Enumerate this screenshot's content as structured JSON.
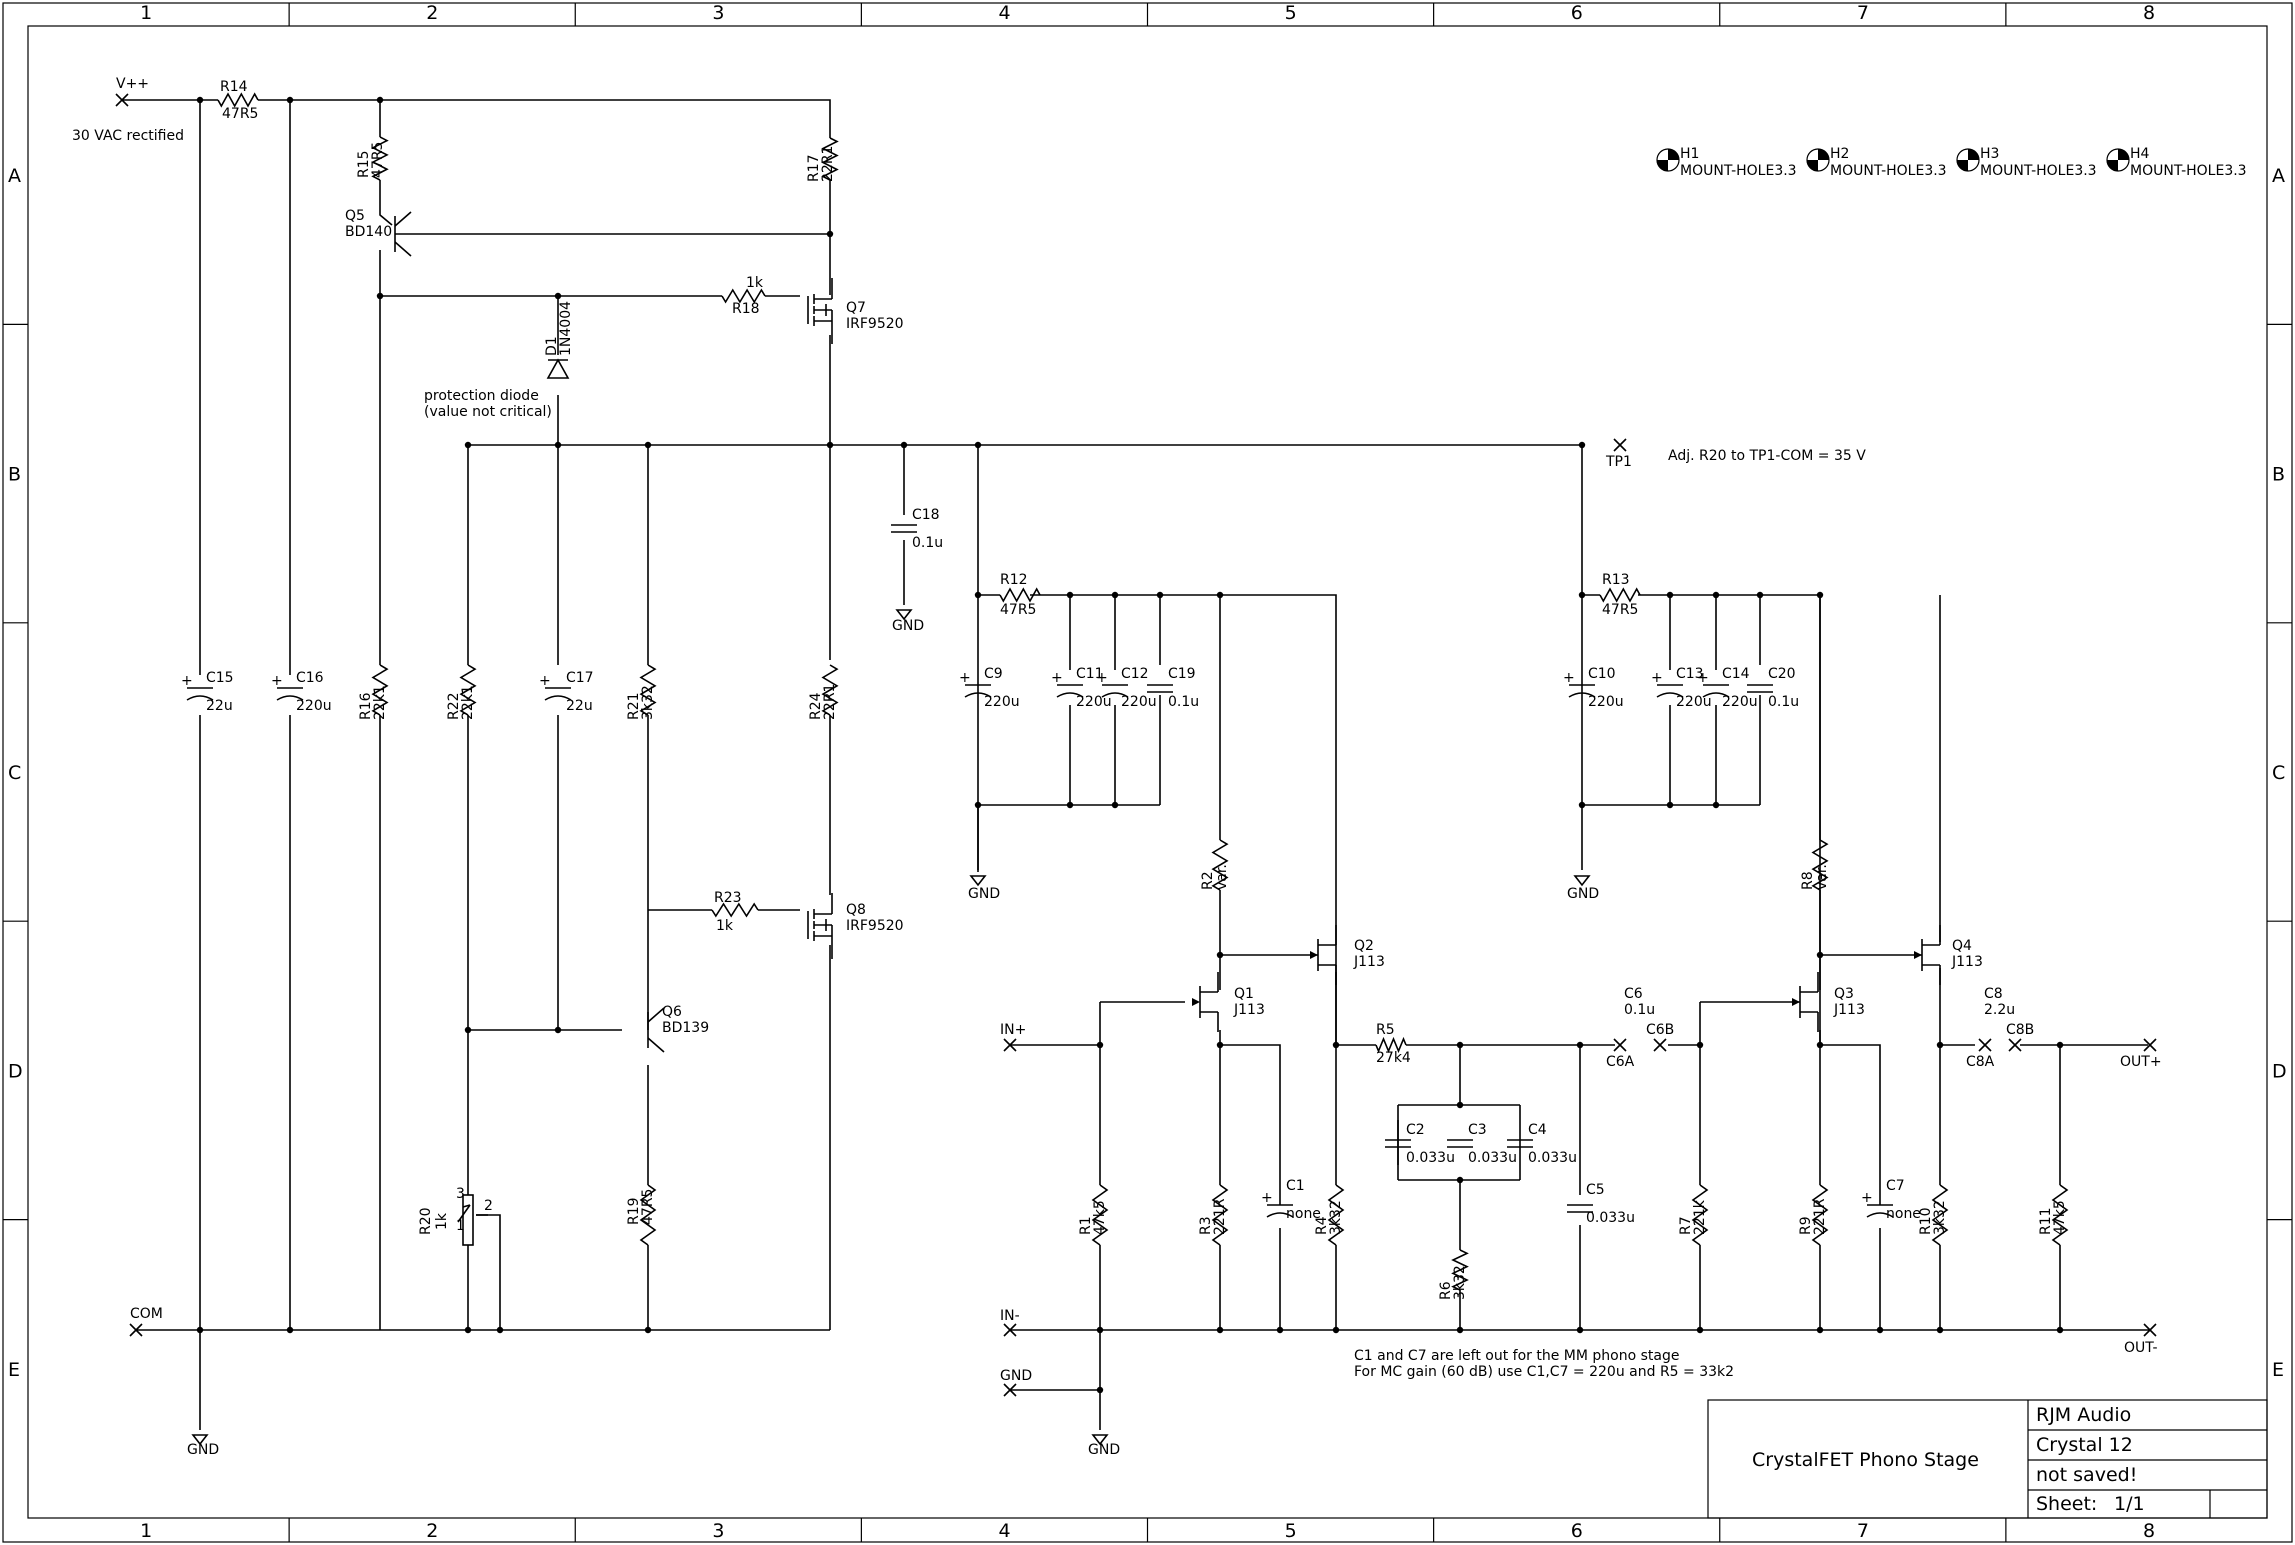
{
  "frame": {
    "columns": [
      "1",
      "2",
      "3",
      "4",
      "5",
      "6",
      "7",
      "8"
    ],
    "rows": [
      "A",
      "B",
      "C",
      "D",
      "E"
    ]
  },
  "title_block": {
    "project": "CrystalFET Phono Stage",
    "company": "RJM Audio",
    "name": "Crystal 12",
    "status": "not saved!",
    "sheet_label": "Sheet:",
    "sheet_value": "1/1"
  },
  "notes": {
    "rectified": "30 VAC rectified",
    "protection_1": "protection diode",
    "protection_2": "(value not critical)",
    "adjust": "Adj. R20 to TP1-COM = 35 V",
    "mm_note_1": "C1 and C7 are left out for the MM phono stage",
    "mm_note_2": "For MC gain (60 dB) use C1,C7 = 220u and R5 = 33k2"
  },
  "ports": {
    "vpp": "V++",
    "com": "COM",
    "tp1": "TP1",
    "in_plus": "IN+",
    "in_minus": "IN-",
    "gnd_in": "GND",
    "out_plus": "OUT+",
    "out_minus": "OUT-",
    "c6a": "C6A",
    "c6b": "C6B",
    "c8a": "C8A",
    "c8b": "C8B"
  },
  "gnd_label": "GND",
  "mount_holes": [
    {
      "ref": "H1",
      "value": "MOUNT-HOLE3.3"
    },
    {
      "ref": "H2",
      "value": "MOUNT-HOLE3.3"
    },
    {
      "ref": "H3",
      "value": "MOUNT-HOLE3.3"
    },
    {
      "ref": "H4",
      "value": "MOUNT-HOLE3.3"
    }
  ],
  "components": {
    "R14": {
      "ref": "R14",
      "value": "47R5"
    },
    "R15": {
      "ref": "R15",
      "value": "47R5"
    },
    "R16": {
      "ref": "R16",
      "value": "22k1"
    },
    "R17": {
      "ref": "R17",
      "value": "22R1"
    },
    "R18": {
      "ref": "R18",
      "value": "1k"
    },
    "R19": {
      "ref": "R19",
      "value": "47R5"
    },
    "R20": {
      "ref": "R20",
      "value": "1k"
    },
    "R21": {
      "ref": "R21",
      "value": "3k32"
    },
    "R22": {
      "ref": "R22",
      "value": "22k1"
    },
    "R23": {
      "ref": "R23",
      "value": "1k"
    },
    "R24": {
      "ref": "R24",
      "value": "22R1"
    },
    "R1": {
      "ref": "R1",
      "value": "47k5"
    },
    "R2": {
      "ref": "R2",
      "value": "var."
    },
    "R3": {
      "ref": "R3",
      "value": "221R"
    },
    "R4": {
      "ref": "R4",
      "value": "3k32"
    },
    "R5": {
      "ref": "R5",
      "value": "27k4"
    },
    "R6": {
      "ref": "R6",
      "value": "3k32"
    },
    "R7": {
      "ref": "R7",
      "value": "221k"
    },
    "R8": {
      "ref": "R8",
      "value": "var."
    },
    "R9": {
      "ref": "R9",
      "value": "221R"
    },
    "R10": {
      "ref": "R10",
      "value": "3k32"
    },
    "R11": {
      "ref": "R11",
      "value": "47k5"
    },
    "R12": {
      "ref": "R12",
      "value": "47R5"
    },
    "R13": {
      "ref": "R13",
      "value": "47R5"
    },
    "C1": {
      "ref": "C1",
      "value": "none"
    },
    "C2": {
      "ref": "C2",
      "value": "0.033u"
    },
    "C3": {
      "ref": "C3",
      "value": "0.033u"
    },
    "C4": {
      "ref": "C4",
      "value": "0.033u"
    },
    "C5": {
      "ref": "C5",
      "value": "0.033u"
    },
    "C6": {
      "ref": "C6",
      "value": "0.1u"
    },
    "C7": {
      "ref": "C7",
      "value": "none"
    },
    "C8": {
      "ref": "C8",
      "value": "2.2u"
    },
    "C9": {
      "ref": "C9",
      "value": "220u"
    },
    "C10": {
      "ref": "C10",
      "value": "220u"
    },
    "C11": {
      "ref": "C11",
      "value": "220u"
    },
    "C12": {
      "ref": "C12",
      "value": "220u"
    },
    "C13": {
      "ref": "C13",
      "value": "220u"
    },
    "C14": {
      "ref": "C14",
      "value": "220u"
    },
    "C15": {
      "ref": "C15",
      "value": "22u"
    },
    "C16": {
      "ref": "C16",
      "value": "220u"
    },
    "C17": {
      "ref": "C17",
      "value": "22u"
    },
    "C18": {
      "ref": "C18",
      "value": "0.1u"
    },
    "C19": {
      "ref": "C19",
      "value": "0.1u"
    },
    "C20": {
      "ref": "C20",
      "value": "0.1u"
    },
    "D1": {
      "ref": "D1",
      "value": "1N4004"
    },
    "Q1": {
      "ref": "Q1",
      "value": "J113"
    },
    "Q2": {
      "ref": "Q2",
      "value": "J113"
    },
    "Q3": {
      "ref": "Q3",
      "value": "J113"
    },
    "Q4": {
      "ref": "Q4",
      "value": "J113"
    },
    "Q5": {
      "ref": "Q5",
      "value": "BD140"
    },
    "Q6": {
      "ref": "Q6",
      "value": "BD139"
    },
    "Q7": {
      "ref": "Q7",
      "value": "IRF9520"
    },
    "Q8": {
      "ref": "Q8",
      "value": "IRF9520"
    }
  },
  "pins": {
    "r20_p1": "1",
    "r20_p2": "2",
    "r20_p3": "3"
  }
}
